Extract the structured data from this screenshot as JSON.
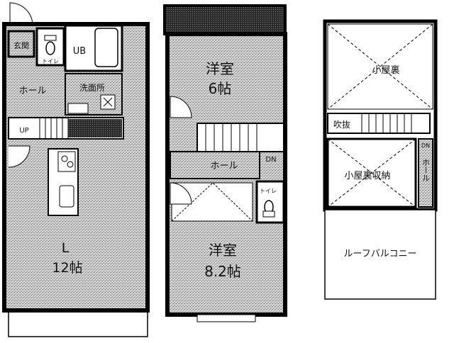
{
  "floors": {
    "first": {
      "rooms": {
        "entrance": "玄関",
        "toilet": "トイレ",
        "bath": "UB",
        "hall": "ホール",
        "washroom": "洗面所",
        "stair_up": "UP",
        "living": "L",
        "living_size": "12帖"
      }
    },
    "second": {
      "rooms": {
        "western_a": "洋室",
        "western_a_size": "6帖",
        "hall": "ホール",
        "dn": "DN",
        "toilet": "トイレ",
        "western_b": "洋室",
        "western_b_size": "8.2帖"
      }
    },
    "third": {
      "rooms": {
        "attic": "小屋裏",
        "void": "吹抜",
        "attic_storage": "小屋裏収納",
        "dn": "DN",
        "hall": "ホール",
        "roof_balcony": "ルーフバルコニー"
      }
    }
  },
  "colors": {
    "wall": "#000000",
    "floor_tone": "#b4b4b4",
    "paper": "#ffffff"
  }
}
